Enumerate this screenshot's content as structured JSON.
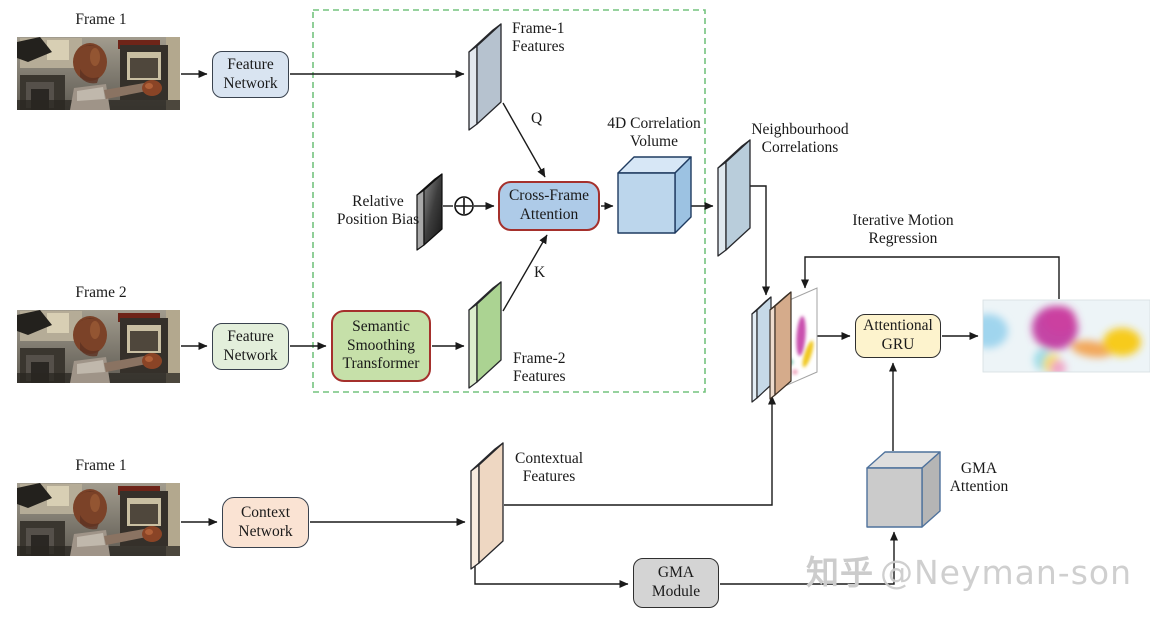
{
  "colors": {
    "accent_red_border": "#a5302c",
    "dashed_box_green": "#74c37e",
    "feature_network1_fill": "#d9e4f1",
    "feature_network2_fill": "#e3efdb",
    "context_network_fill": "#fae3d3",
    "cross_frame_attention_fill": "#aecbe8",
    "semantic_transformer_fill": "#c6e0a9",
    "attentional_gru_fill": "#fdf3cd",
    "gma_module_fill": "#d4d4d4",
    "correlation_cube_fill": "#bcd6ec",
    "arrow_color": "#1a1a1a",
    "watermark_color": "#cccccc"
  },
  "nodes": {
    "frame1_top": "Frame 1",
    "feature_network_1": "Feature\nNetwork",
    "frame1_features": "Frame-1\nFeatures",
    "q": "Q",
    "relative_position_bias": "Relative\nPosition Bias",
    "cross_frame_attention": "Cross-Frame\nAttention",
    "correlation_volume": "4D Correlation\nVolume",
    "neighbourhood_correlations": "Neighbourhood\nCorrelations",
    "frame2": "Frame 2",
    "feature_network_2": "Feature\nNetwork",
    "semantic_smoothing_transformer": "Semantic\nSmoothing\nTransformer",
    "frame2_features": "Frame-2\nFeatures",
    "k": "K",
    "iterative_motion_regression": "Iterative Motion\nRegression",
    "attentional_gru": "Attentional\nGRU",
    "frame1_bottom": "Frame 1",
    "context_network": "Context\nNetwork",
    "contextual_features": "Contextual\nFeatures",
    "gma_module": "GMA\nModule",
    "gma_attention": "GMA\nAttention"
  },
  "watermark": {
    "brand": "知乎",
    "handle": "@Neyman-son"
  }
}
